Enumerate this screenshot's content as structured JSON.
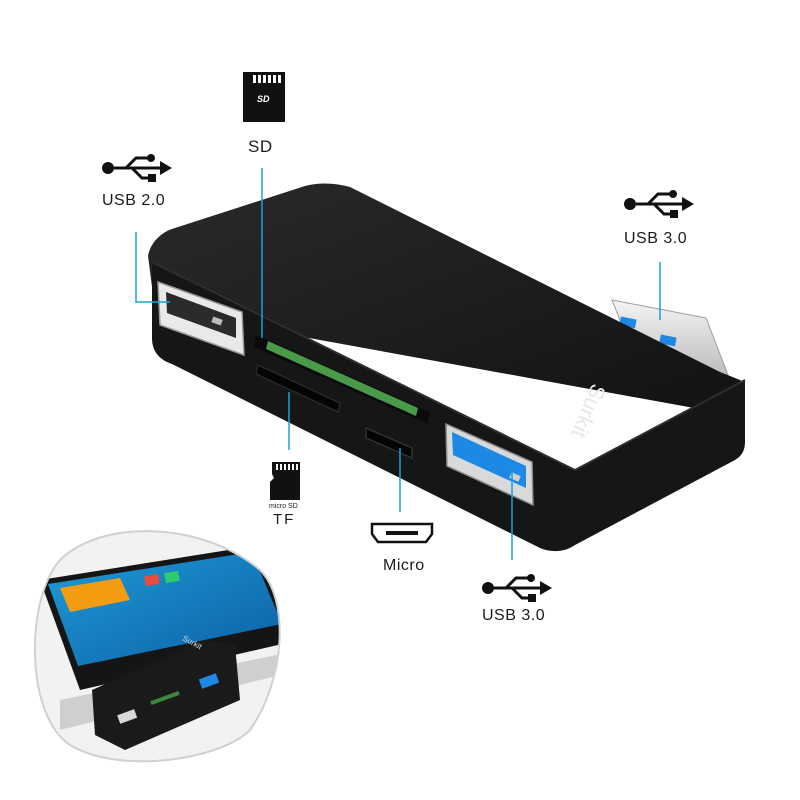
{
  "labels": {
    "sd": "SD",
    "usb20": "USB 2.0",
    "usb30_right": "USB 3.0",
    "usb30_bottom": "USB 3.0",
    "micro": "Micro",
    "tf": "TF",
    "micro_sd_caption": "micro SD",
    "sd_card_caption": "SD"
  },
  "product": {
    "brand": "Surkit",
    "brand_inset": "Surkit"
  },
  "colors": {
    "hub_body": "#1d1d1f",
    "leader_line": "#1aa0dc",
    "usb3_port": "#1e88e5",
    "background": "#ffffff"
  }
}
